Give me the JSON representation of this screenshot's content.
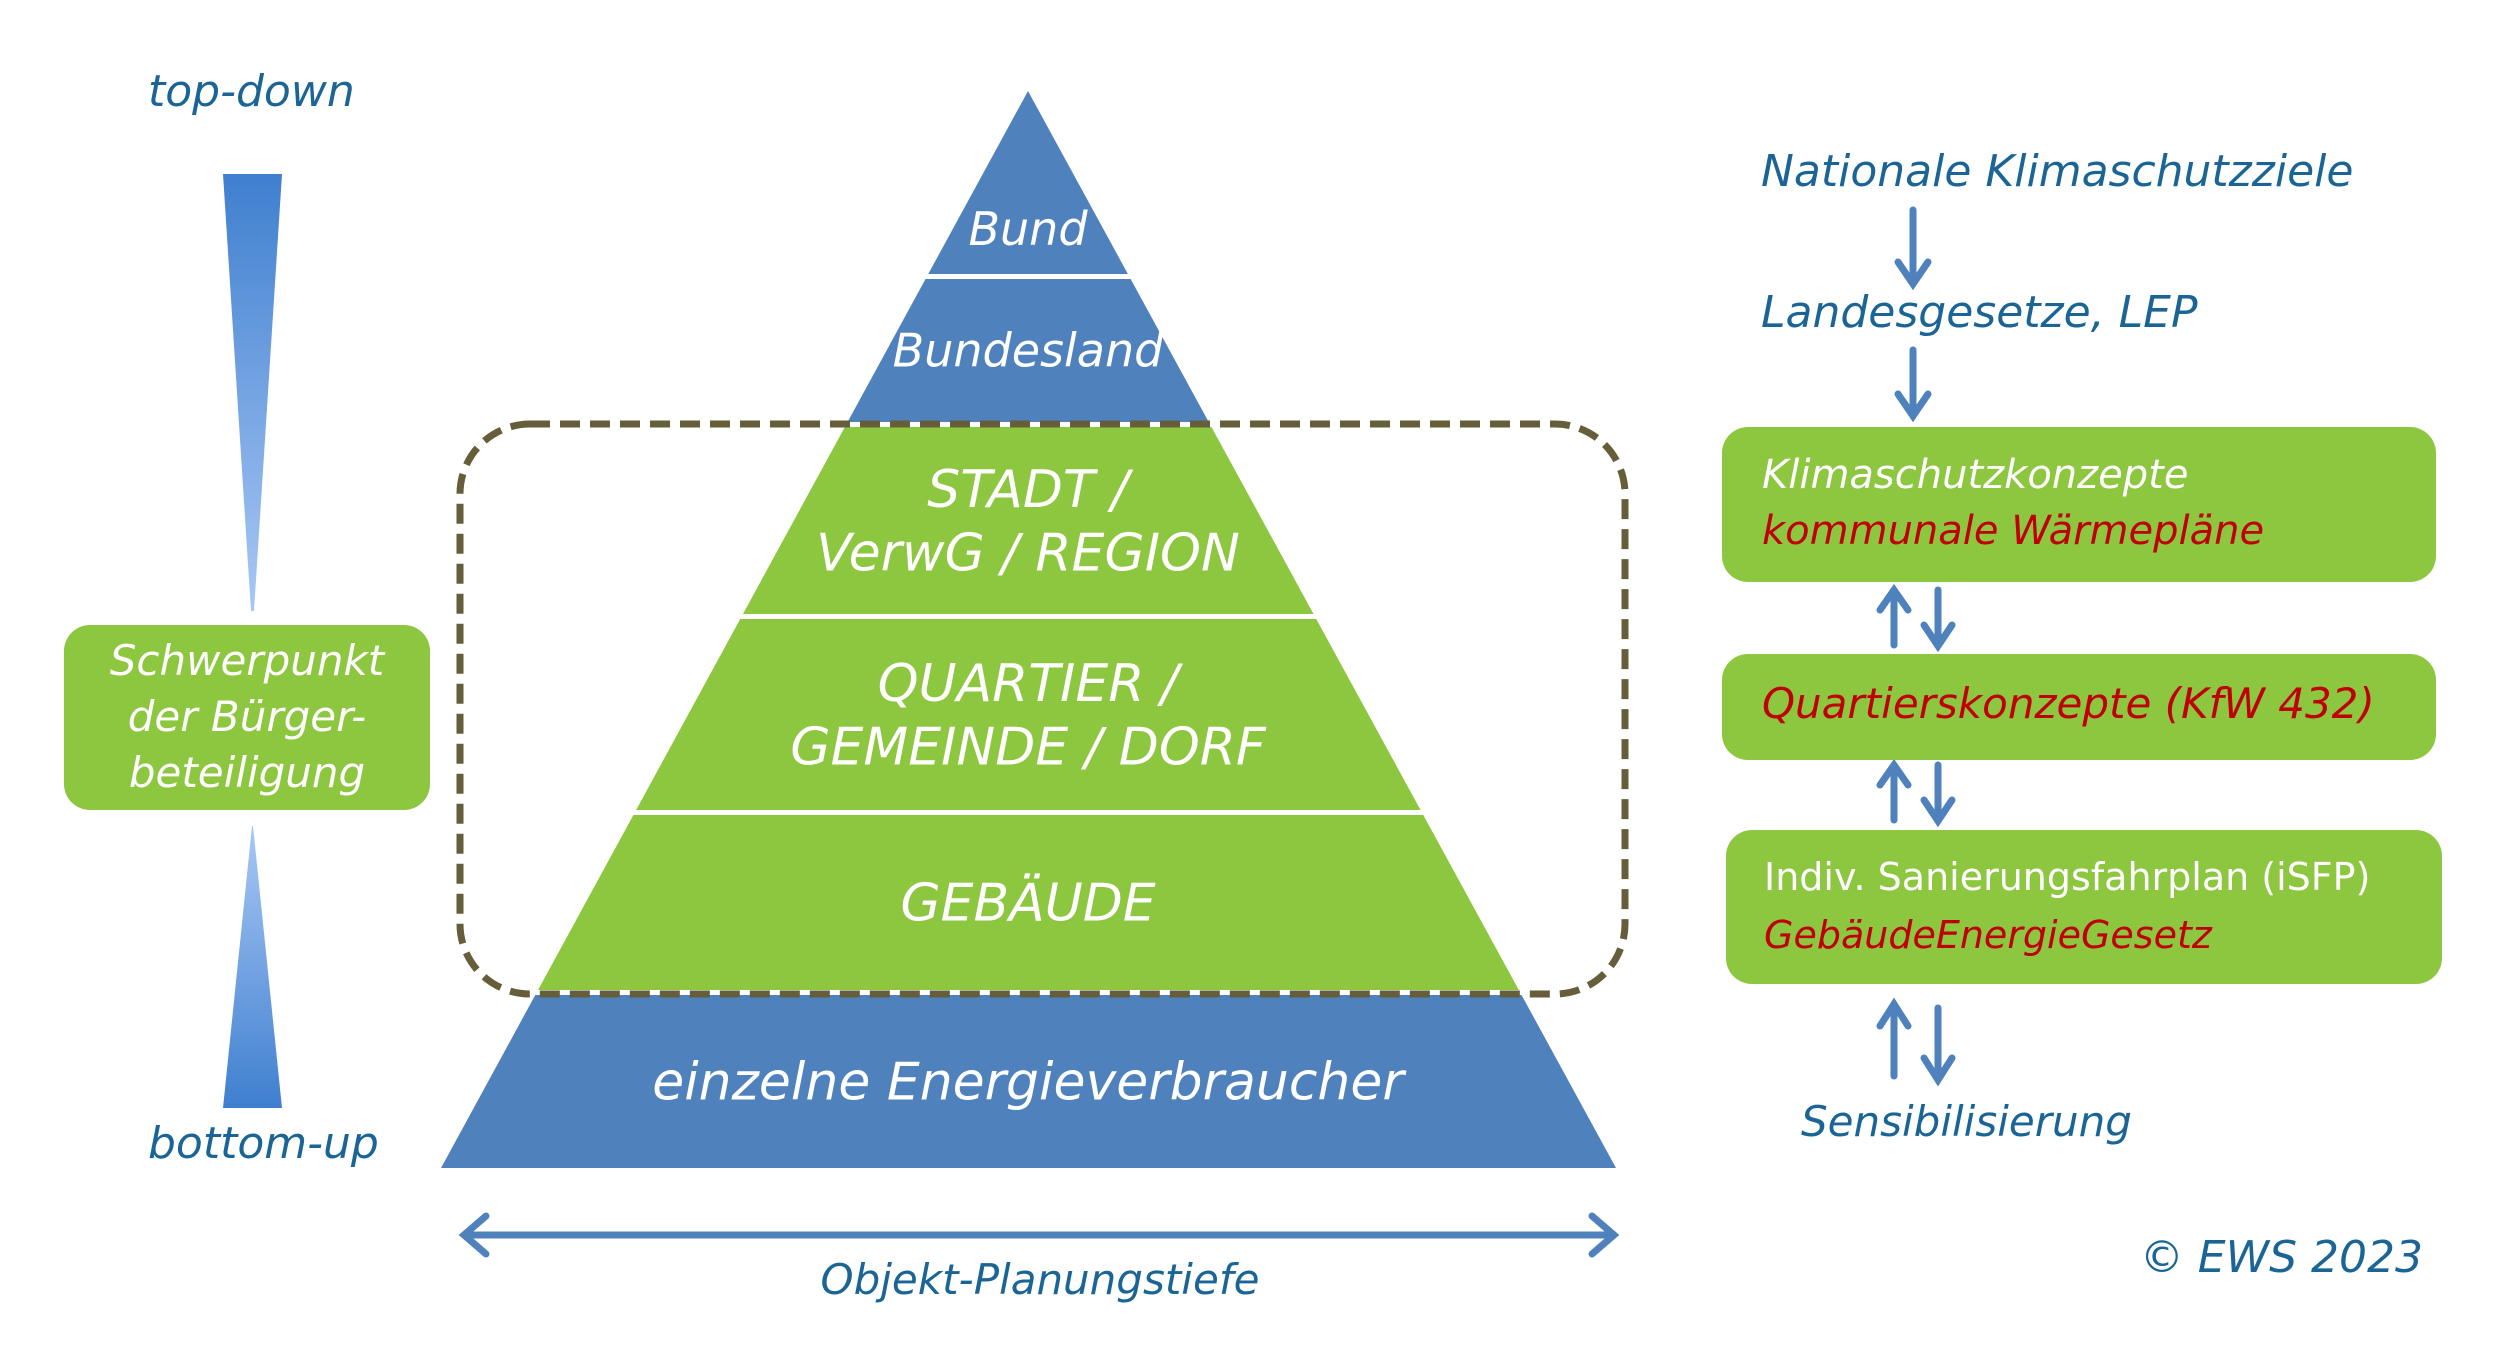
{
  "colors": {
    "pyramid_blue": "#4f81bd",
    "pyramid_green": "#8dc63f",
    "text_blue": "#1a6496",
    "highlight_red": "#c00000",
    "dashed_frame": "#665e3a",
    "arrow_blue": "#4f81bd"
  },
  "left": {
    "top_label": "top-down",
    "bottom_label": "bottom-up",
    "focus_box": {
      "lines": [
        "Schwerpunkt",
        "der Bürger-",
        "beteiligung"
      ]
    }
  },
  "pyramid": {
    "levels": [
      {
        "label_lines": [
          "Bund"
        ],
        "color": "#4f81bd"
      },
      {
        "label_lines": [
          "Bundesland"
        ],
        "color": "#4f81bd"
      },
      {
        "label_lines": [
          "STADT /",
          "VerwG / REGION"
        ],
        "color": "#8dc63f"
      },
      {
        "label_lines": [
          "QUARTIER /",
          "GEMEINDE / DORF"
        ],
        "color": "#8dc63f"
      },
      {
        "label_lines": [
          "GEBÄUDE"
        ],
        "color": "#8dc63f"
      },
      {
        "label_lines": [
          "einzelne Energieverbraucher"
        ],
        "color": "#4f81bd"
      }
    ],
    "axis_label": "Objekt-Planungstiefe"
  },
  "right": {
    "national": "Nationale Klimaschutzziele",
    "state": "Landesgesetze, LEP",
    "boxes": [
      {
        "line1": "Klimaschutzkonzepte",
        "line2": "kommunale Wärmepläne"
      },
      {
        "line1": "",
        "line2": "Quartierskonzepte (KfW 432)"
      },
      {
        "line1": "Indiv. Sanierungsfahrplan (iSFP)",
        "line2": "GebäudeEnergieGesetz"
      }
    ],
    "bottom_label": "Sensibilisierung"
  },
  "copyright": "© EWS 2023"
}
